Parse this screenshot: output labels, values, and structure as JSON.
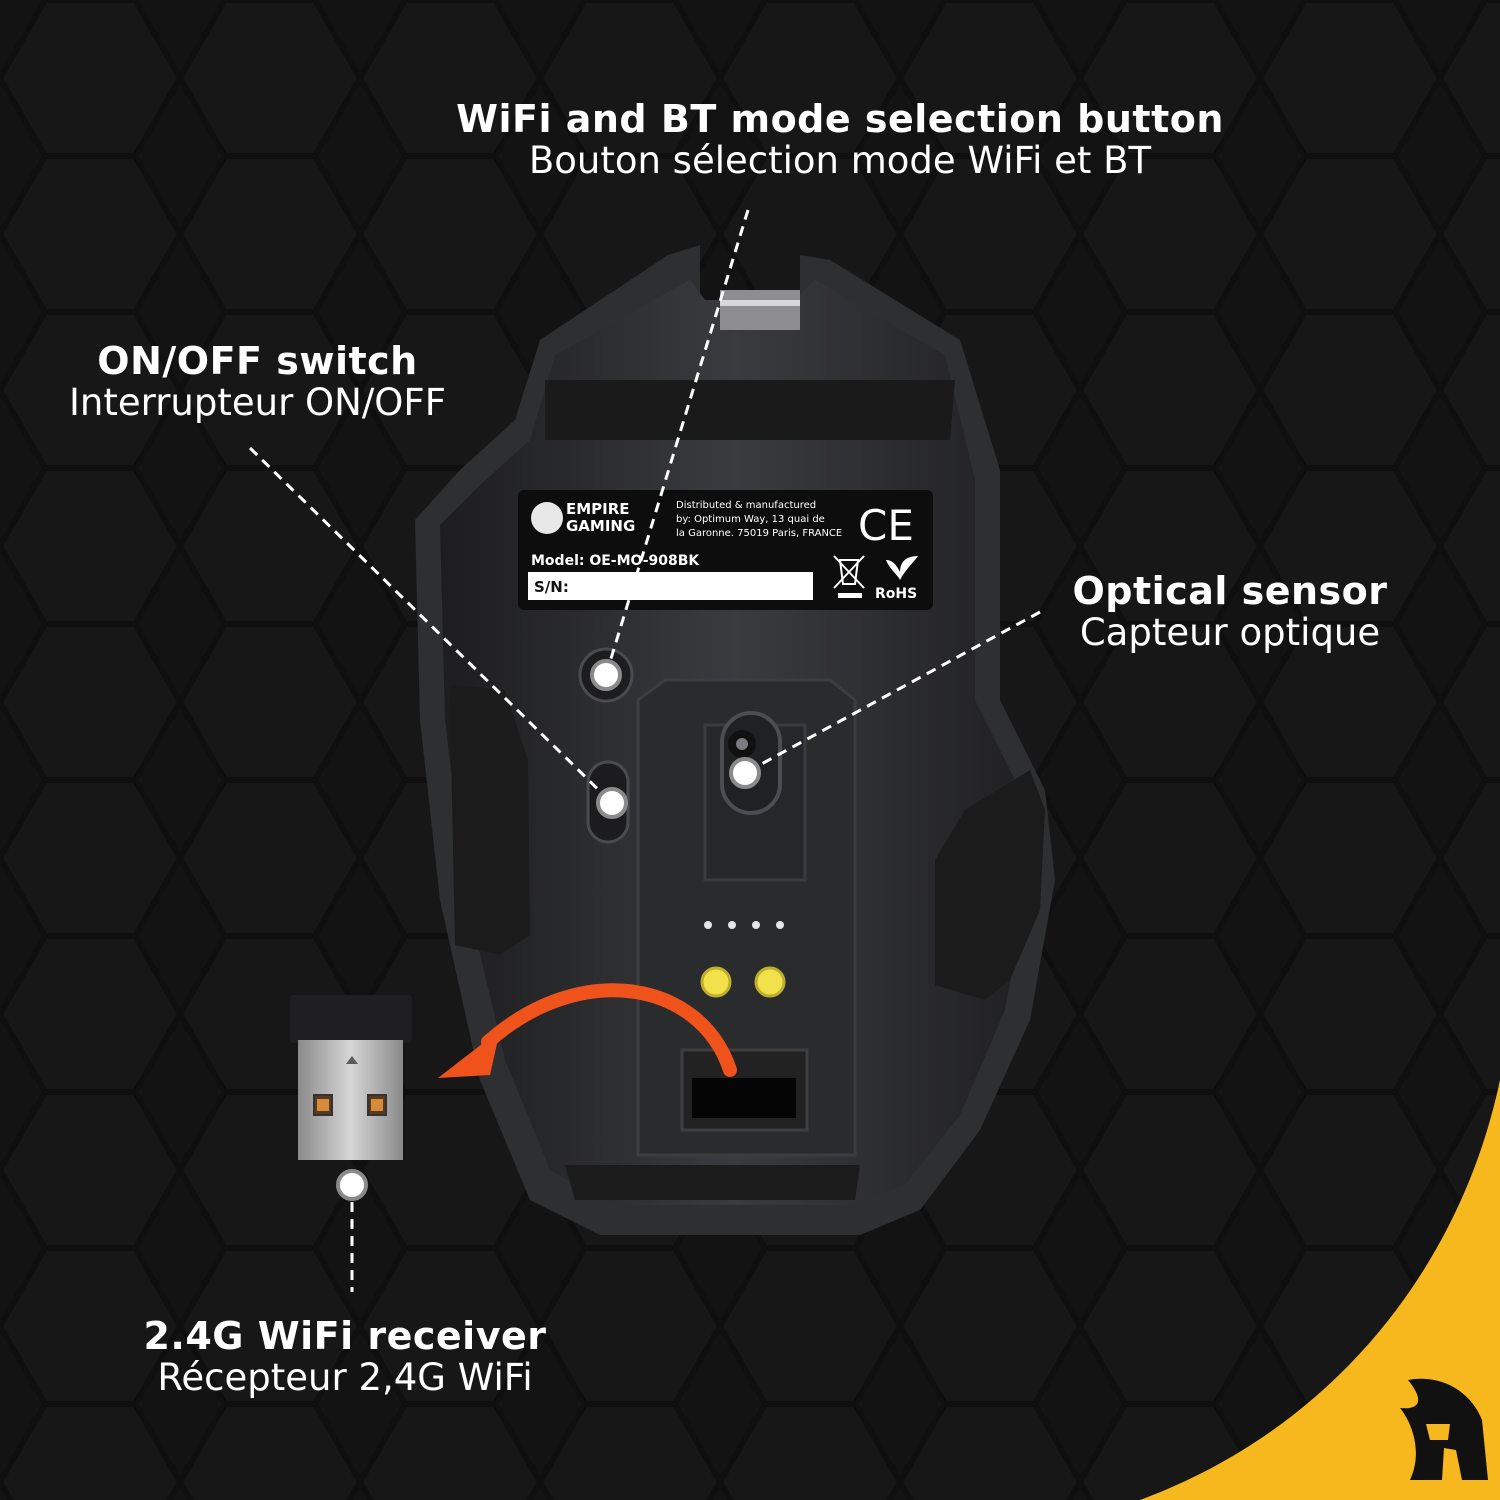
{
  "colors": {
    "background": "#131313",
    "accent_yellow": "#f6b81c",
    "arrow_orange": "#f0521c",
    "label_text": "#ffffff"
  },
  "callouts": {
    "wifi_bt": {
      "title": "WiFi and BT mode selection button",
      "subtitle": "Bouton sélection mode WiFi et BT"
    },
    "onoff": {
      "title": "ON/OFF switch",
      "subtitle": "Interrupteur ON/OFF"
    },
    "sensor": {
      "title": "Optical sensor",
      "subtitle": "Capteur optique"
    },
    "receiver": {
      "title": "2.4G WiFi receiver",
      "subtitle": "Récepteur 2,4G WiFi"
    }
  },
  "sticker": {
    "brand_line1": "EMPIRE",
    "brand_line2": "GAMING",
    "distributor_line1": "Distributed & manufactured",
    "distributor_line2": "by: Optimum Way, 13 quai de",
    "distributor_line3": "la Garonne. 75019 Paris, FRANCE",
    "ce_mark": "CE",
    "model": "Model: OE-MO-908BK",
    "serial_label": "S/N:",
    "rohs": "RoHS"
  },
  "icons": {
    "weee": "crossed-bin-icon",
    "rohs": "leaf-icon",
    "brand_logo": "spartan-helmet-icon",
    "corner_logo": "spartan-helmet-icon"
  }
}
